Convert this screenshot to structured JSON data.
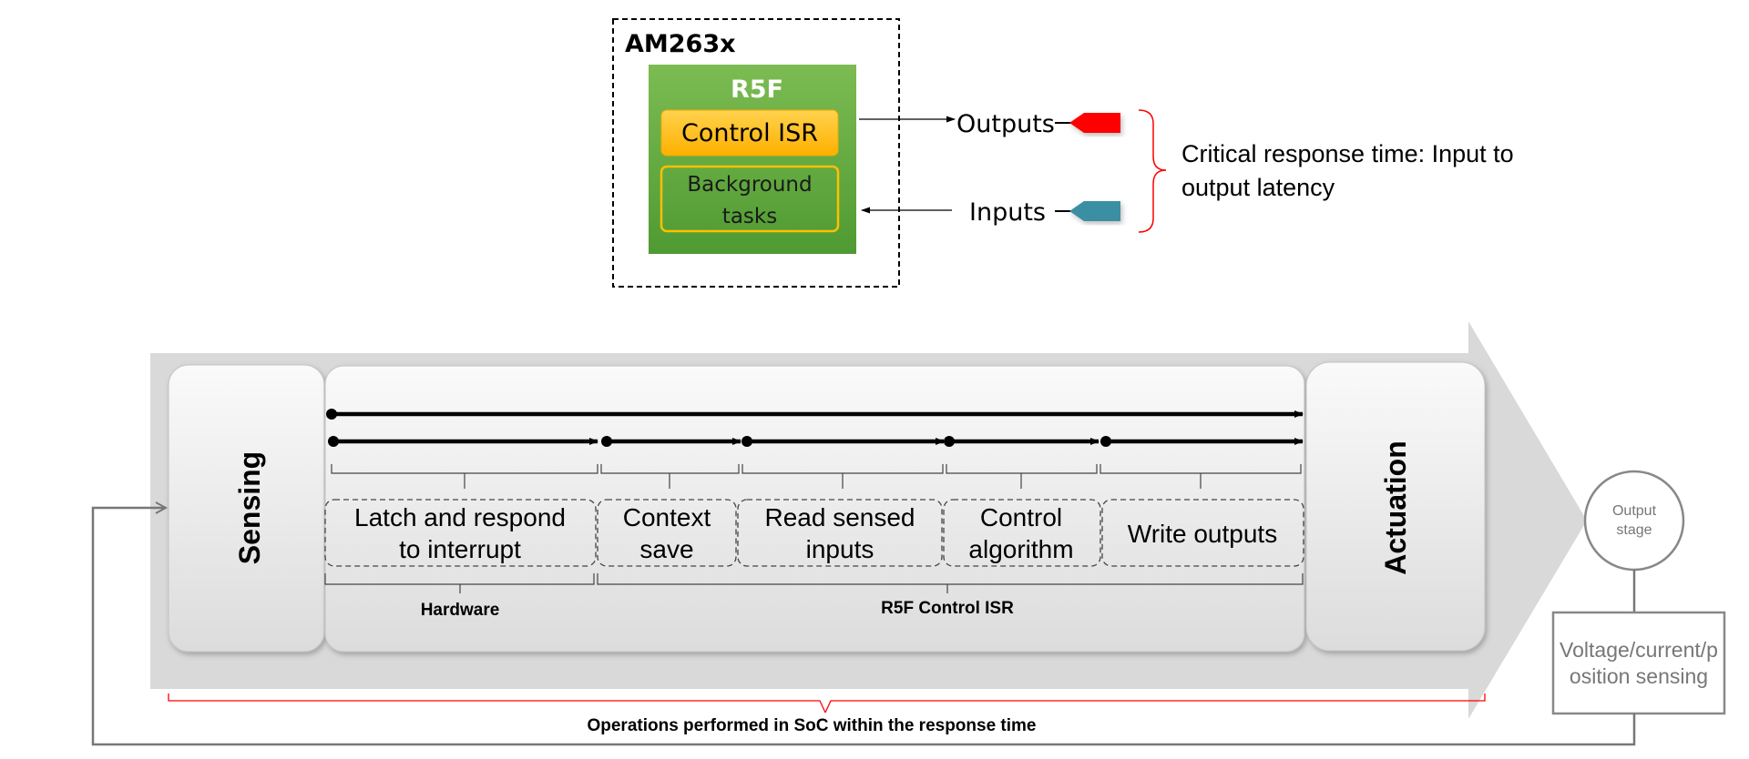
{
  "top": {
    "chip_label": "AM263x",
    "core_label": "R5F",
    "control_isr": "Control ISR",
    "background_line1": "Background",
    "background_line2": "tasks",
    "outputs": "Outputs",
    "inputs": "Inputs",
    "critical_line1": "Critical response time: Input to",
    "critical_line2": "output latency"
  },
  "flow": {
    "sensing": "Sensing",
    "actuation": "Actuation",
    "steps": [
      {
        "line1": "Latch and respond",
        "line2": "to interrupt"
      },
      {
        "line1": "Context",
        "line2": "save"
      },
      {
        "line1": "Read sensed",
        "line2": "inputs"
      },
      {
        "line1": "Control",
        "line2": "algorithm"
      },
      {
        "line1": "Write outputs",
        "line2": ""
      }
    ],
    "hardware": "Hardware",
    "r5f_isr": "R5F Control ISR",
    "operations": "Operations performed in SoC within the response time",
    "output_stage_line1": "Output",
    "output_stage_line2": "stage",
    "sensing_box_line1": "Voltage/current/p",
    "sensing_box_line2": "osition sensing"
  },
  "colors": {
    "green": "#6ab04c",
    "yellow": "#ffc000",
    "red_connector": "#ff0000",
    "teal_connector": "#3b8fa3",
    "brace_red": "#ff0000",
    "arrow_bg": "#d9d9d9"
  }
}
